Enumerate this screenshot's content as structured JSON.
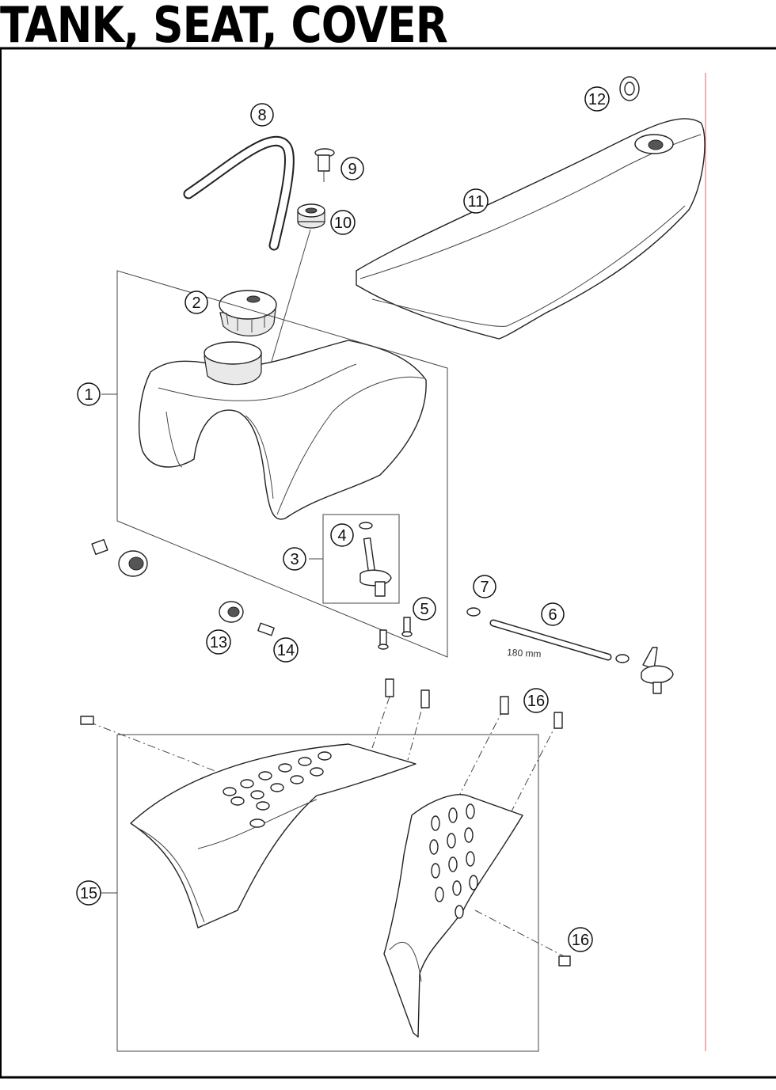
{
  "title": "TANK, SEAT, COVER",
  "dimension_label": "180 mm",
  "colors": {
    "frame_line": "#000000",
    "margin_rule": "#e06060"
  },
  "callouts": [
    {
      "id": "c1",
      "label": "1"
    },
    {
      "id": "c2",
      "label": "2"
    },
    {
      "id": "c3",
      "label": "3"
    },
    {
      "id": "c4",
      "label": "4"
    },
    {
      "id": "c5",
      "label": "5"
    },
    {
      "id": "c6",
      "label": "6"
    },
    {
      "id": "c7",
      "label": "7"
    },
    {
      "id": "c8",
      "label": "8"
    },
    {
      "id": "c9",
      "label": "9"
    },
    {
      "id": "c10",
      "label": "10"
    },
    {
      "id": "c11",
      "label": "11"
    },
    {
      "id": "c12",
      "label": "12"
    },
    {
      "id": "c13",
      "label": "13"
    },
    {
      "id": "c14",
      "label": "14"
    },
    {
      "id": "c15",
      "label": "15"
    },
    {
      "id": "c16a",
      "label": "16"
    },
    {
      "id": "c16b",
      "label": "16"
    }
  ]
}
